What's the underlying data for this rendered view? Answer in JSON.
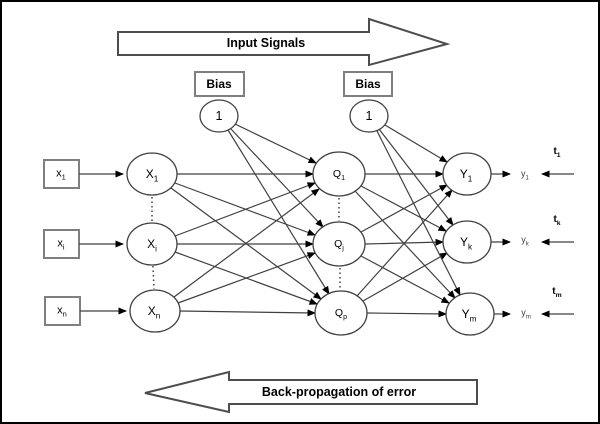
{
  "diagram": {
    "top_arrow_label": "Input Signals",
    "bottom_arrow_label": "Back-propagation of error",
    "bias": {
      "box1": "Bias",
      "box2": "Bias",
      "node1": "1",
      "node2": "1"
    },
    "inputs": [
      {
        "base": "x",
        "sub": "1"
      },
      {
        "base": "x",
        "sub": "i"
      },
      {
        "base": "x",
        "sub": "n"
      }
    ],
    "input_layer": [
      {
        "base": "X",
        "sub": "1"
      },
      {
        "base": "X",
        "sub": "i"
      },
      {
        "base": "X",
        "sub": "n"
      }
    ],
    "hidden_layer": [
      {
        "base": "Q",
        "sub": "1"
      },
      {
        "base": "Q",
        "sub": "j"
      },
      {
        "base": "Q",
        "sub": "p"
      }
    ],
    "output_layer": [
      {
        "base": "Y",
        "sub": "1"
      },
      {
        "base": "Y",
        "sub": "k"
      },
      {
        "base": "Y",
        "sub": "m"
      }
    ],
    "outputs": [
      {
        "base": "y",
        "sub": "1"
      },
      {
        "base": "y",
        "sub": "k"
      },
      {
        "base": "y",
        "sub": "m"
      }
    ],
    "targets": [
      {
        "base": "t",
        "sub": "1"
      },
      {
        "base": "t",
        "sub": "k"
      },
      {
        "base": "t",
        "sub": "m"
      }
    ],
    "colors": {
      "background": "#ffffff",
      "border": "#000000",
      "connection_line": "#404040",
      "shape_outline": "#595959",
      "box_outline": "#7f7f7f",
      "arrowhead": "#000000"
    }
  }
}
